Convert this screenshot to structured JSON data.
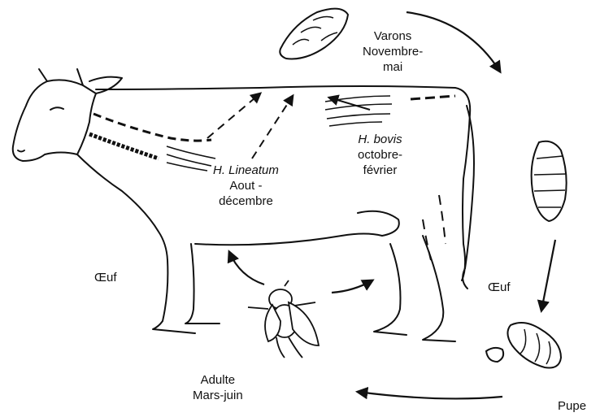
{
  "labels": {
    "varons": [
      "Varons",
      "Novembre-",
      "mai"
    ],
    "h_lineatum": {
      "species": "H. Lineatum",
      "period": [
        "Aout -",
        "décembre"
      ]
    },
    "h_bovis": {
      "species": "H. bovis",
      "period": [
        "octobre-",
        "février"
      ]
    },
    "oeuf_left": "Œuf",
    "oeuf_right": "Œuf",
    "adulte": [
      "Adulte",
      "Mars-juin"
    ],
    "pupe": "Pupe"
  },
  "colors": {
    "ink": "#111111",
    "background": "#ffffff"
  }
}
